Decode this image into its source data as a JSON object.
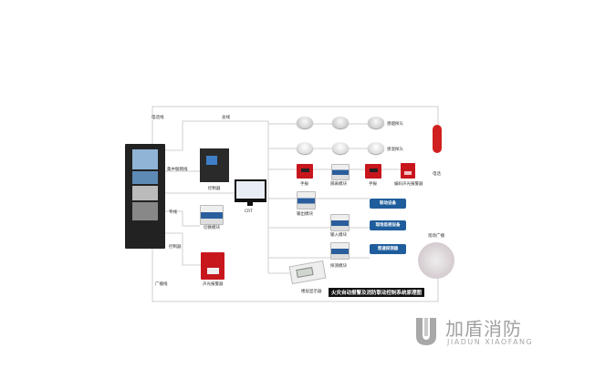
{
  "title": "火灾自动报警及消防联动控制系统原理图",
  "lines": {
    "phone_line": "电话线",
    "bus": "总线",
    "network_line": "集中联网线",
    "dedicated_line": "专线",
    "control_line": "控制器",
    "broadcast_line": "广播线"
  },
  "devices": {
    "smoke_detector": "感烟探头",
    "heat_detector": "感温探头",
    "manual_alarm_1": "手报",
    "isolation_module": "隔离模块",
    "manual_alarm_2": "手报",
    "coded_alarm": "编码声光报警器",
    "telephone": "电话",
    "controller": "控制器",
    "crt": "CRT",
    "switch_module": "切换模块",
    "output_module": "输出模块",
    "input_module": "输入模块",
    "detection_module": "探测模块",
    "sound_light_alarm": "声光报警器",
    "floor_display": "楼层显示器",
    "site_broadcast": "现场广播"
  },
  "buttons": {
    "linkage": "联动设备",
    "monitor": "现场监视设备",
    "normal_detector": "普通探测器"
  },
  "logo": {
    "cn": "加盾消防",
    "en": "JIADUN XIAOFANG"
  },
  "colors": {
    "line": "#cfcfcf",
    "button": "#1f5d9c",
    "red": "#c8161d"
  }
}
